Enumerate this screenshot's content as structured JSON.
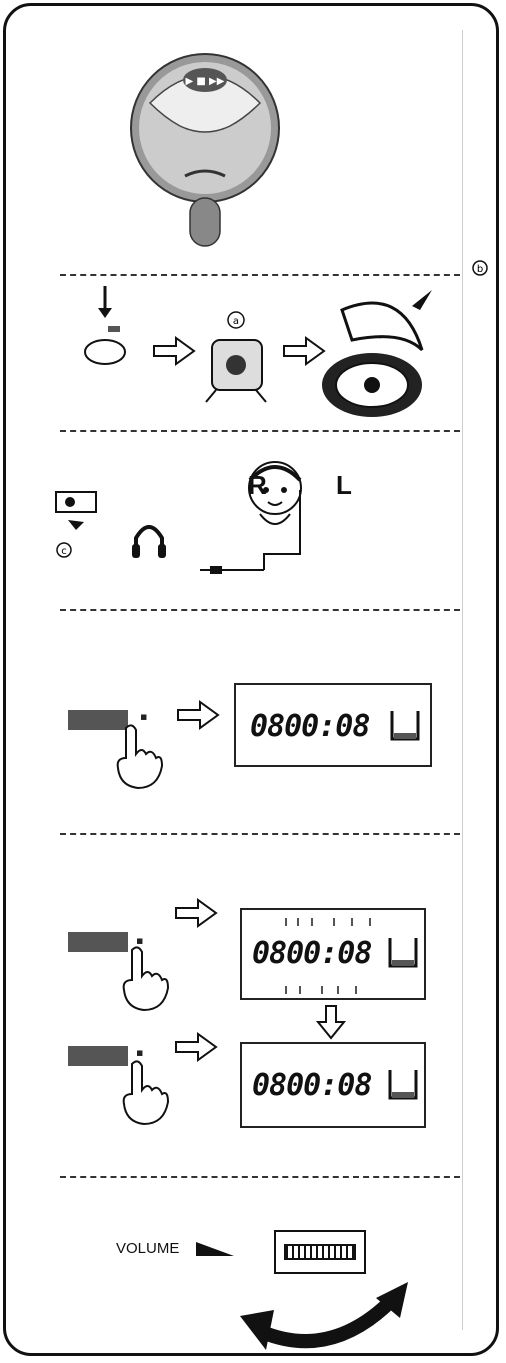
{
  "panels": {
    "headphone": {
      "right_label": "R",
      "left_label": "L"
    },
    "display": {
      "time": "0800:08"
    },
    "repeat": {
      "time_top": "0800:08",
      "time_bottom": "0800:08"
    },
    "volume": {
      "label": "VOLUME"
    }
  },
  "icons": [
    "cd-player-top",
    "battery-insert",
    "lid-open",
    "headphone-jack",
    "headphones",
    "face",
    "hand-press",
    "arrow-right",
    "arrow-down",
    "curved-double-arrow"
  ]
}
